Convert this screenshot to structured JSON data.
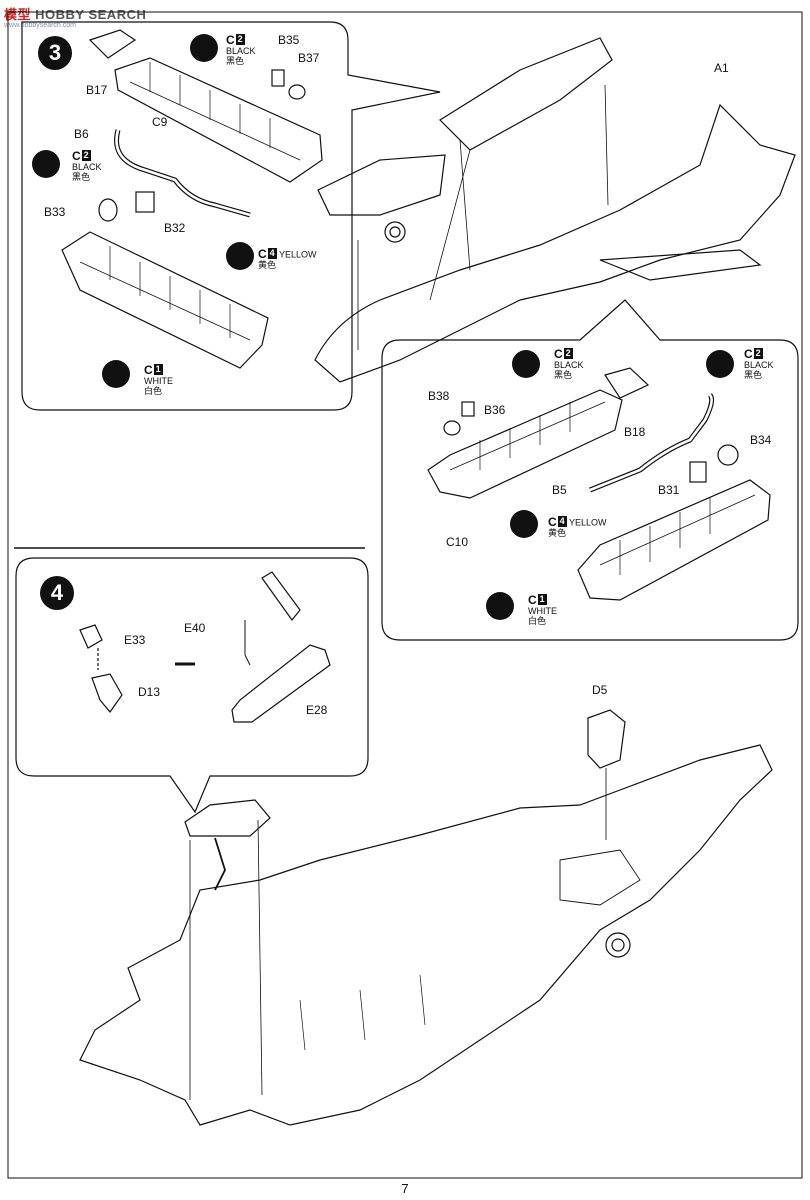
{
  "watermark": {
    "brand_a": "模型",
    "brand_b": "HOBBY SEARCH",
    "url": "www.hobbysearch.com"
  },
  "page_number": "7",
  "step3": {
    "number": "3",
    "labels": {
      "b17": "B17",
      "c9": "C9",
      "b35": "B35",
      "b37": "B37",
      "b6": "B6",
      "b33": "B33",
      "b32": "B32",
      "a1": "A1",
      "b38": "B38",
      "b36": "B36",
      "b18": "B18",
      "b34": "B34",
      "b5": "B5",
      "b31": "B31",
      "c10": "C10"
    },
    "paints": {
      "black1": {
        "code": "C",
        "num": "2",
        "en": "BLACK",
        "cn": "黑色"
      },
      "black2": {
        "code": "C",
        "num": "2",
        "en": "BLACK",
        "cn": "黑色"
      },
      "yellow1": {
        "code": "C",
        "num": "4",
        "en": "YELLOW",
        "cn": "黄色"
      },
      "white1": {
        "code": "C",
        "num": "1",
        "en": "WHITE",
        "cn": "白色"
      },
      "black3": {
        "code": "C",
        "num": "2",
        "en": "BLACK",
        "cn": "黑色"
      },
      "black4": {
        "code": "C",
        "num": "2",
        "en": "BLACK",
        "cn": "黑色"
      },
      "yellow2": {
        "code": "C",
        "num": "4",
        "en": "YELLOW",
        "cn": "黄色"
      },
      "white2": {
        "code": "C",
        "num": "1",
        "en": "WHITE",
        "cn": "白色"
      }
    }
  },
  "step4": {
    "number": "4",
    "labels": {
      "e33": "E33",
      "d13": "D13",
      "e40": "E40",
      "e28": "E28",
      "d5": "D5"
    }
  }
}
